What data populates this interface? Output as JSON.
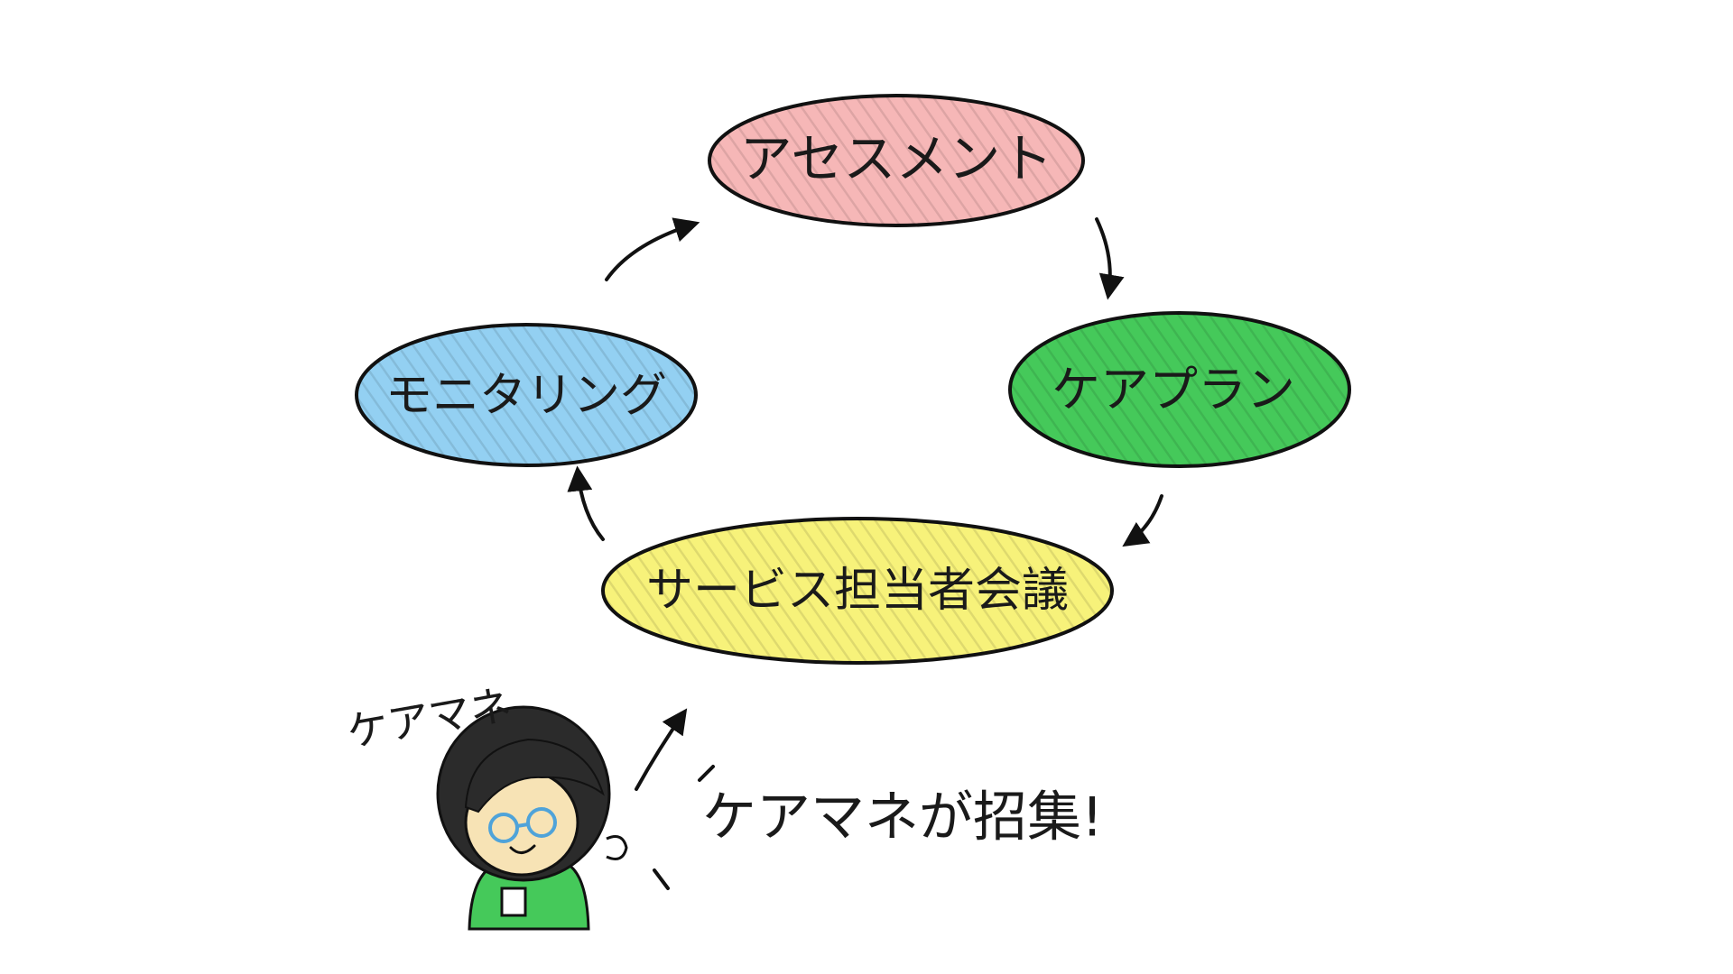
{
  "diagram": {
    "type": "cycle",
    "nodes": [
      {
        "id": "assessment",
        "label": "アセスメント",
        "color": "#f6b7b7"
      },
      {
        "id": "careplan",
        "label": "ケアプラン",
        "color": "#45c95a"
      },
      {
        "id": "meeting",
        "label": "サービス担当者会議",
        "color": "#f7f27a"
      },
      {
        "id": "monitoring",
        "label": "モニタリング",
        "color": "#93d0f2"
      }
    ],
    "edges": [
      {
        "from": "assessment",
        "to": "careplan"
      },
      {
        "from": "careplan",
        "to": "meeting"
      },
      {
        "from": "meeting",
        "to": "monitoring"
      },
      {
        "from": "monitoring",
        "to": "assessment"
      }
    ],
    "character_label": "ケアマネ",
    "callout": "ケアマネが招集!",
    "outline_color": "#111111",
    "hair_color": "#2b2b2b",
    "skin_color": "#f7e3b5",
    "shirt_color": "#45c95a",
    "glasses_color": "#4fa3d9"
  }
}
